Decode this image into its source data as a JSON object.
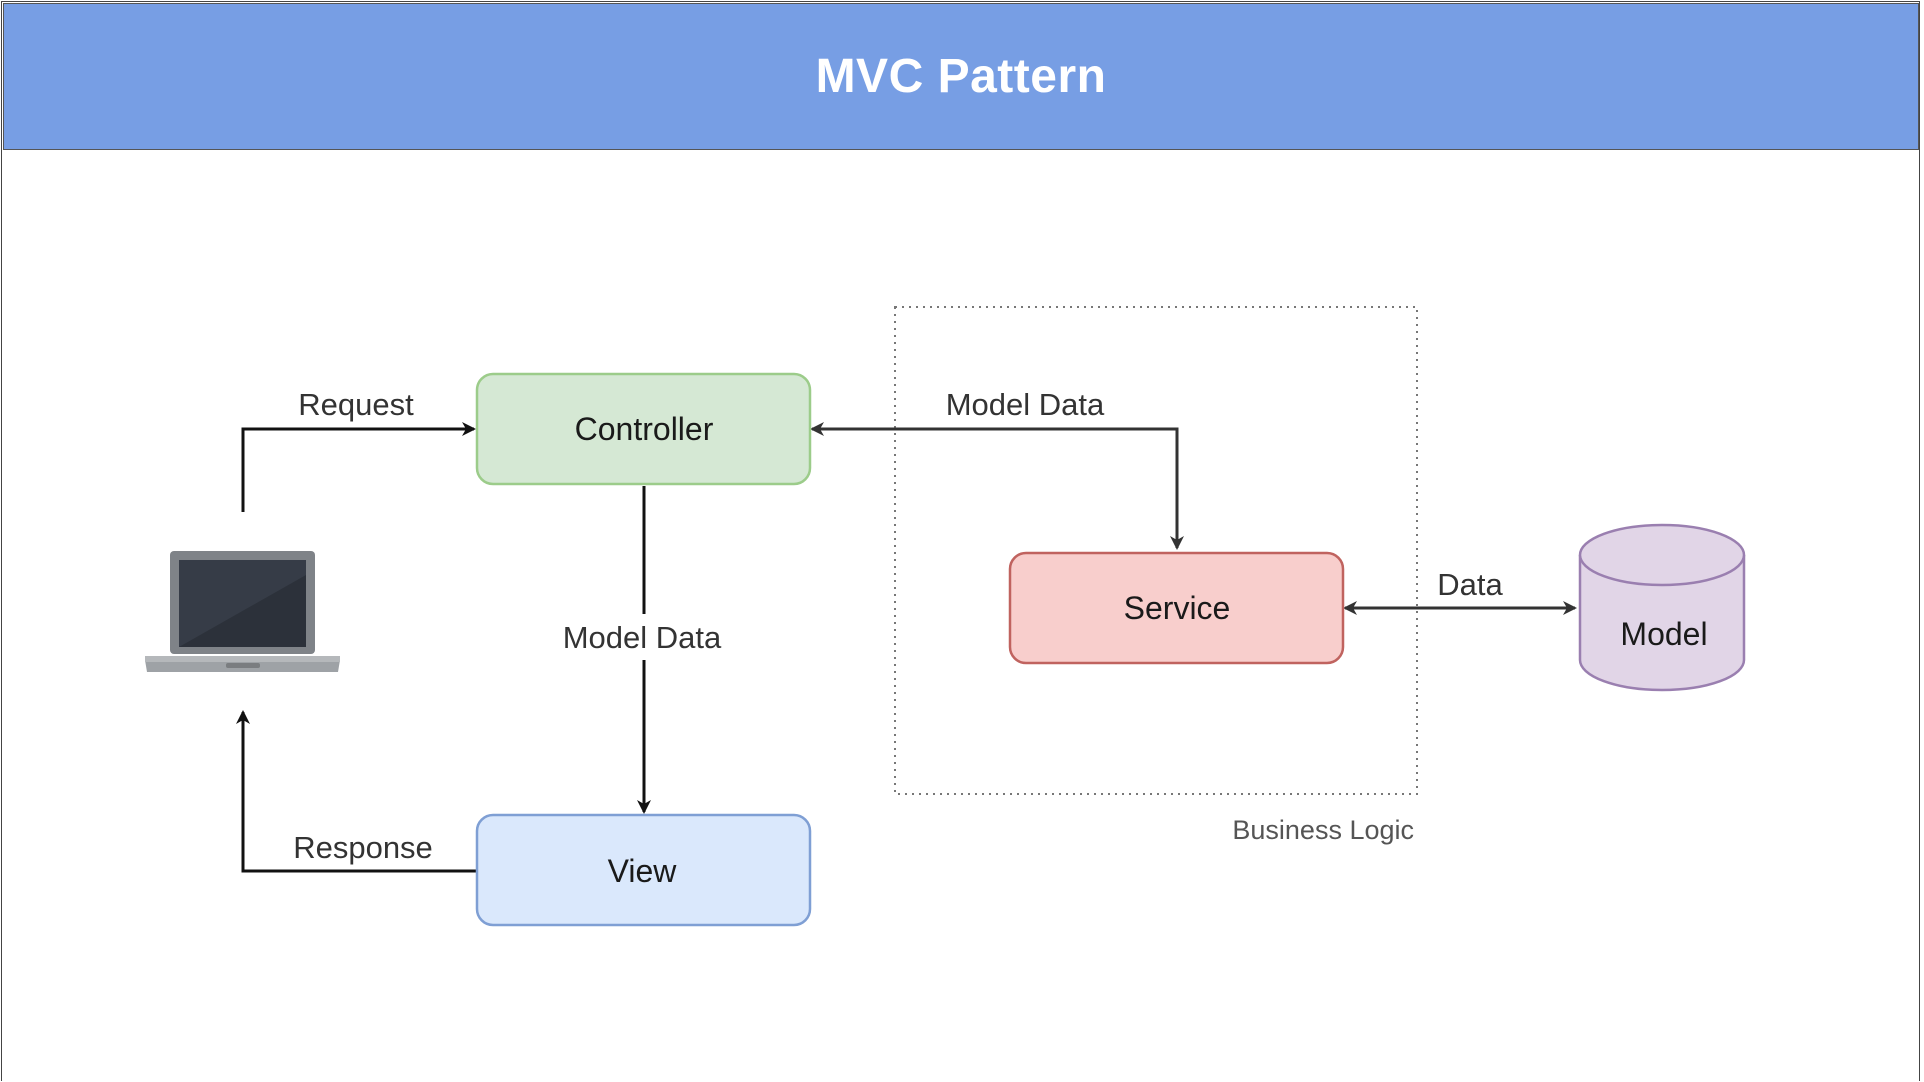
{
  "header": {
    "title": "MVC Pattern"
  },
  "nodes": {
    "controller": {
      "label": "Controller"
    },
    "view": {
      "label": "View"
    },
    "service": {
      "label": "Service"
    },
    "model": {
      "label": "Model"
    },
    "client": {
      "icon": "laptop-icon"
    }
  },
  "edges": {
    "request": {
      "label": "Request"
    },
    "response": {
      "label": "Response"
    },
    "controller_view": {
      "label": "Model Data"
    },
    "service_controller": {
      "label": "Model Data"
    },
    "service_model": {
      "label": "Data"
    }
  },
  "groups": {
    "business_logic": {
      "label": "Business Logic"
    }
  },
  "colors": {
    "header_bg": "#779ee4",
    "controller_fill": "#d5e8d4",
    "controller_stroke": "#9ccc8a",
    "view_fill": "#dae8fc",
    "view_stroke": "#7f9fd4",
    "service_fill": "#f8cecc",
    "service_stroke": "#c0635f",
    "model_fill": "#e1d5e7",
    "model_stroke": "#9a7fb0"
  }
}
